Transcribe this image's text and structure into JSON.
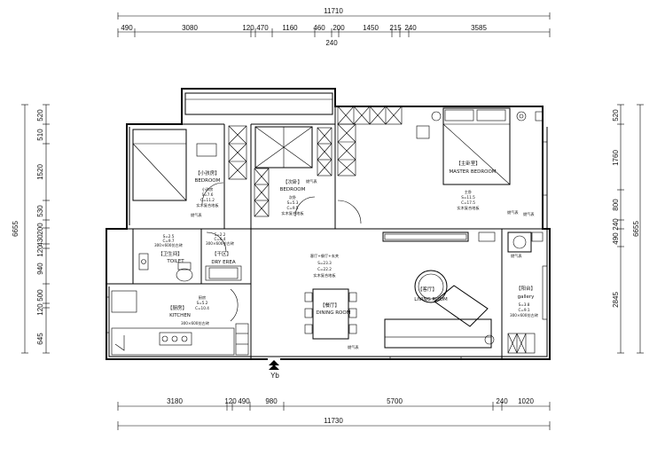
{
  "dimensions": {
    "top_total": "11710",
    "top_segments": [
      "490",
      "3080",
      "120",
      "470",
      "1160",
      "460",
      "200",
      "1450",
      "215",
      "240",
      "3585"
    ],
    "top_sub": "240",
    "bottom_total": "11730",
    "bottom_segments": [
      "3180",
      "120",
      "490",
      "980",
      "5700",
      "240",
      "1020"
    ],
    "left_total": "6655",
    "left_segments": [
      "520",
      "510",
      "1520",
      "530",
      "200",
      "430",
      "120",
      "940",
      "500",
      "120",
      "645"
    ],
    "right_total": "6655",
    "right_segments": [
      "520",
      "1760",
      "800",
      "240",
      "490",
      "2845"
    ]
  },
  "rooms": {
    "kids_bedroom": {
      "cn": "【小孩房】",
      "en": "BEDROOM",
      "area_title": "小孩房",
      "s": "S=7.6",
      "c": "C=11.2",
      "note": "实木复合地板"
    },
    "second_bedroom": {
      "cn": "【次卧】",
      "en": "BEDROOM",
      "area_title": "次卧",
      "s": "S=5.3",
      "c": "C=9.5",
      "note": "实木复合地板"
    },
    "master_bedroom": {
      "cn": "【主卧室】",
      "en": "MASTER BEDROOM",
      "area_title": "主卧",
      "s": "S=11.5",
      "c": "C=17.5",
      "note": "实木复合地板"
    },
    "toilet": {
      "cn": "【卫生间】",
      "en": "TOILET",
      "s": "S=2.5",
      "c": "C=9.7",
      "note": "300×600仿古砖"
    },
    "dry_area": {
      "cn": "【干区】",
      "en": "DRY EREA",
      "s": "S=2.2",
      "c": "C=6.4",
      "note": "300×600仿古砖"
    },
    "kitchen": {
      "cn": "【厨房】",
      "en": "KITCHEN",
      "area_title": "厨房",
      "s": "S=5.2",
      "c": "C=10.4",
      "note": "300×600仿古砖"
    },
    "dining_living": {
      "area_title": "客厅+餐厅+玄关",
      "s": "S=23.3",
      "c": "C=22.2",
      "note": "实木复合地板"
    },
    "dining": {
      "cn": "【餐厅】",
      "en": "DINING ROOM"
    },
    "living": {
      "cn": "【客厅】",
      "en": "LIVING ROOM"
    },
    "balcony": {
      "cn": "【阳台】",
      "en": "gallery",
      "s": "S=3.8",
      "c": "C=9.1",
      "note": "300×600仿古砖"
    }
  },
  "entrance_label": "Yb",
  "utility_labels": [
    "燃气表",
    "燃气表",
    "燃气表",
    "燃气表",
    "燃气表",
    "燃气表"
  ]
}
